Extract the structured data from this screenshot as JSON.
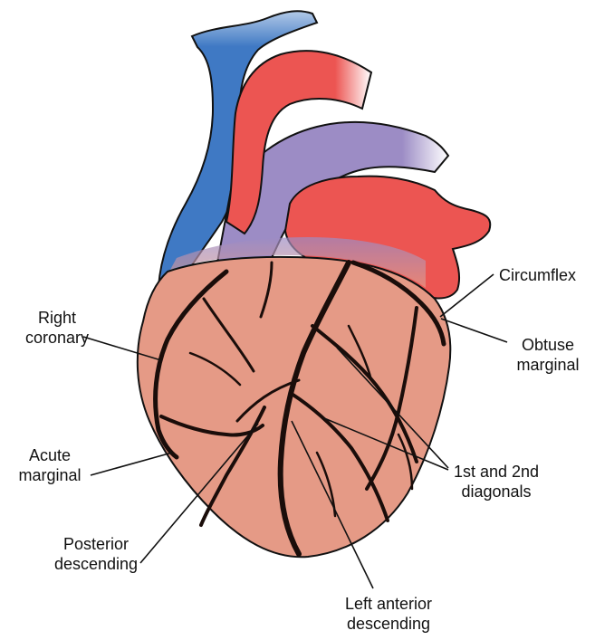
{
  "labels": {
    "right_coronary": [
      "Right",
      "coronary"
    ],
    "acute_marginal": [
      "Acute",
      "marginal"
    ],
    "posterior_descending": [
      "Posterior",
      "descending"
    ],
    "circumflex": [
      "Circumflex"
    ],
    "obtuse_marginal": [
      "Obtuse",
      "marginal"
    ],
    "diagonals": [
      "1st and 2nd",
      "diagonals"
    ],
    "left_anterior_descending": [
      "Left anterior",
      "descending"
    ]
  },
  "colors": {
    "ventricle": "#e59a86",
    "artery_red": "#ec5552",
    "vein_blue": "#3f79c4",
    "pulmonary_purple": "#9c8cc5",
    "vessel_ink": "#1a0d0a"
  }
}
